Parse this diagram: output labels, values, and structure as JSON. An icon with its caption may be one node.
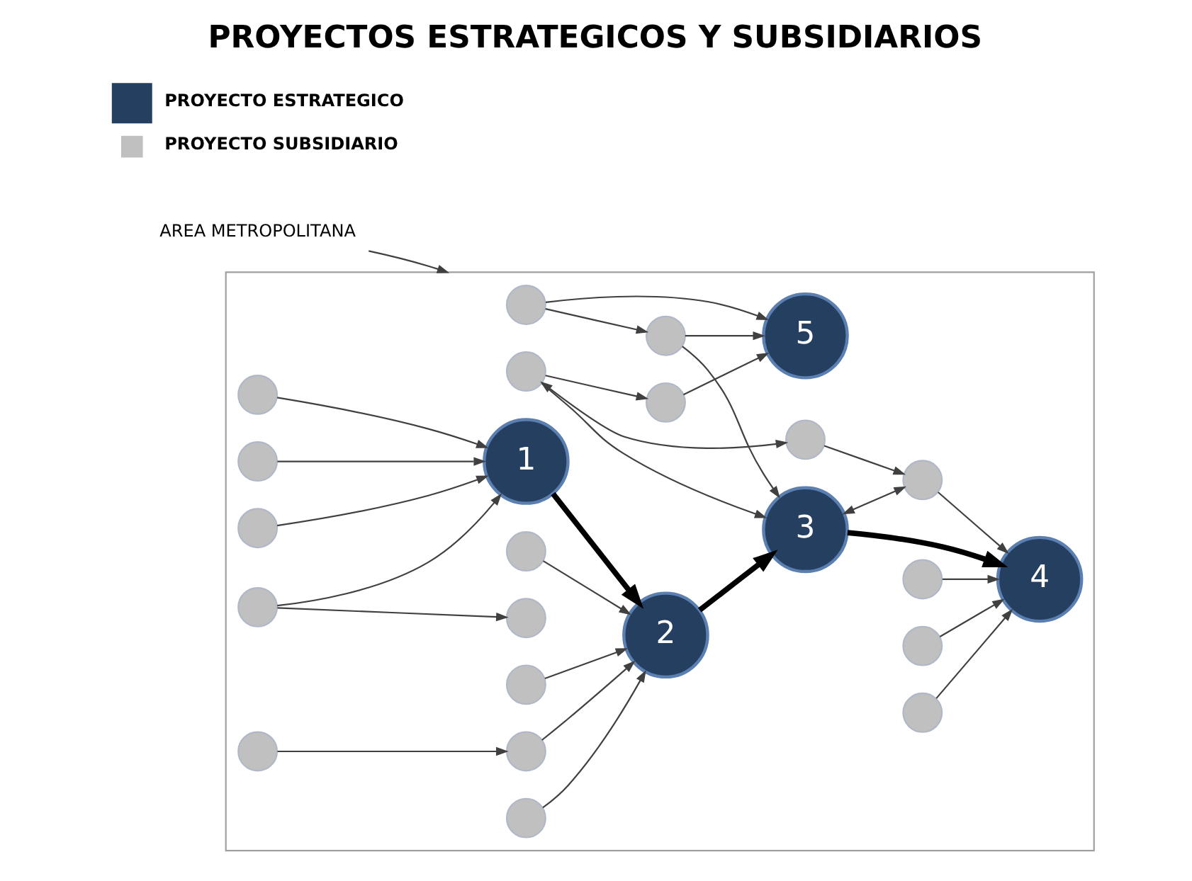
{
  "diagram": {
    "title": "PROYECTOS ESTRATEGICOS Y SUBSIDIARIOS",
    "nodes": [
      {
        "text": [
          "AREA METROPOLITANA"
        ]
      },
      {
        "text": [],
        "shape": "polygon"
      },
      {
        "text": [],
        "shape": "circle",
        "in": 1
      },
      {
        "text": [],
        "shape": "circle",
        "in": 1
      },
      {
        "text": [
          "3"
        ],
        "in": 1
      },
      {
        "text": [
          "5"
        ],
        "in": 1
      },
      {
        "text": [],
        "shape": "circle",
        "in": 1
      },
      {
        "text": [],
        "shape": "circle",
        "in": 1
      },
      {
        "text": [],
        "shape": "circle",
        "in": 1
      },
      {
        "text": [],
        "shape": "circle",
        "in": 1
      },
      {
        "text": [],
        "shape": "circle",
        "in": 1
      },
      {
        "text": [
          "2"
        ],
        "in": 1
      },
      {
        "text": [],
        "shape": "circle",
        "in": 1
      },
      {
        "text": [],
        "shape": "circle",
        "in": 1
      },
      {
        "text": [],
        "shape": "circle",
        "in": 1
      },
      {
        "text": [],
        "shape": "circle",
        "in": 1
      },
      {
        "text": [
          "1"
        ],
        "in": 1
      },
      {
        "text": [],
        "shape": "circle",
        "in": 1
      },
      {
        "text": [],
        "shape": "circle",
        "in": 1
      },
      {
        "text": [],
        "shape": "circle",
        "in": 1
      },
      {
        "text": [],
        "shape": "circle",
        "in": 1
      },
      {
        "text": [],
        "shape": "circle",
        "in": 1
      },
      {
        "text": [
          "4"
        ],
        "in": 1
      },
      {
        "text": [],
        "shape": "circle",
        "in": 1
      },
      {
        "text": [],
        "shape": "circle",
        "in": 1
      },
      {
        "text": [],
        "shape": "circle",
        "in": 1
      }
    ],
    "edges": [
      {
        "from": 0,
        "to": 1,
        "arrow": "to"
      },
      {
        "from": 2,
        "to": 3,
        "arrow": "to"
      },
      {
        "from": 2,
        "to": 5,
        "arrow": "to"
      },
      {
        "from": 3,
        "to": 4,
        "arrow": "to"
      },
      {
        "from": 3,
        "to": 5,
        "arrow": "to"
      },
      {
        "from": 6,
        "to": 4,
        "arrow": "to"
      },
      {
        "from": 6,
        "to": 7,
        "arrow": "to"
      },
      {
        "from": 7,
        "to": 5,
        "arrow": "to"
      },
      {
        "from": 8,
        "to": 9,
        "arrow": "to"
      },
      {
        "from": 9,
        "to": 11,
        "arrow": "to"
      },
      {
        "from": 10,
        "to": 11,
        "arrow": "to"
      },
      {
        "from": 13,
        "to": 11,
        "arrow": "to"
      },
      {
        "from": 15,
        "to": 11,
        "arrow": "to"
      },
      {
        "from": 11,
        "to": 4,
        "arrow": "to",
        "style": "thick"
      },
      {
        "from": 12,
        "to": 16,
        "arrow": "to"
      },
      {
        "from": 14,
        "to": 16,
        "arrow": "to"
      },
      {
        "from": 17,
        "to": 16,
        "arrow": "to"
      },
      {
        "from": 16,
        "to": 11,
        "arrow": "to",
        "style": "thick"
      },
      {
        "from": 19,
        "to": 16,
        "arrow": "to"
      },
      {
        "from": 19,
        "to": 23,
        "arrow": "to"
      },
      {
        "from": 4,
        "to": 22,
        "arrow": "to",
        "style": "thick"
      },
      {
        "from": 4,
        "to": 20,
        "arrow": "both"
      },
      {
        "from": 6,
        "to": 18,
        "arrow": "both"
      },
      {
        "from": 18,
        "to": 20,
        "arrow": "to"
      },
      {
        "from": 20,
        "to": 22,
        "arrow": "to"
      },
      {
        "from": 21,
        "to": 22,
        "arrow": "to"
      },
      {
        "from": 24,
        "to": 22,
        "arrow": "to"
      },
      {
        "from": 25,
        "to": 22,
        "arrow": "to"
      }
    ],
    "legend": [
      {
        "text": "PROYECTO ESTRATEGICO",
        "color": "#243f60"
      },
      {
        "text": "PROYECTO SUBSIDIARIO",
        "color": "#c0c0c0"
      }
    ]
  }
}
